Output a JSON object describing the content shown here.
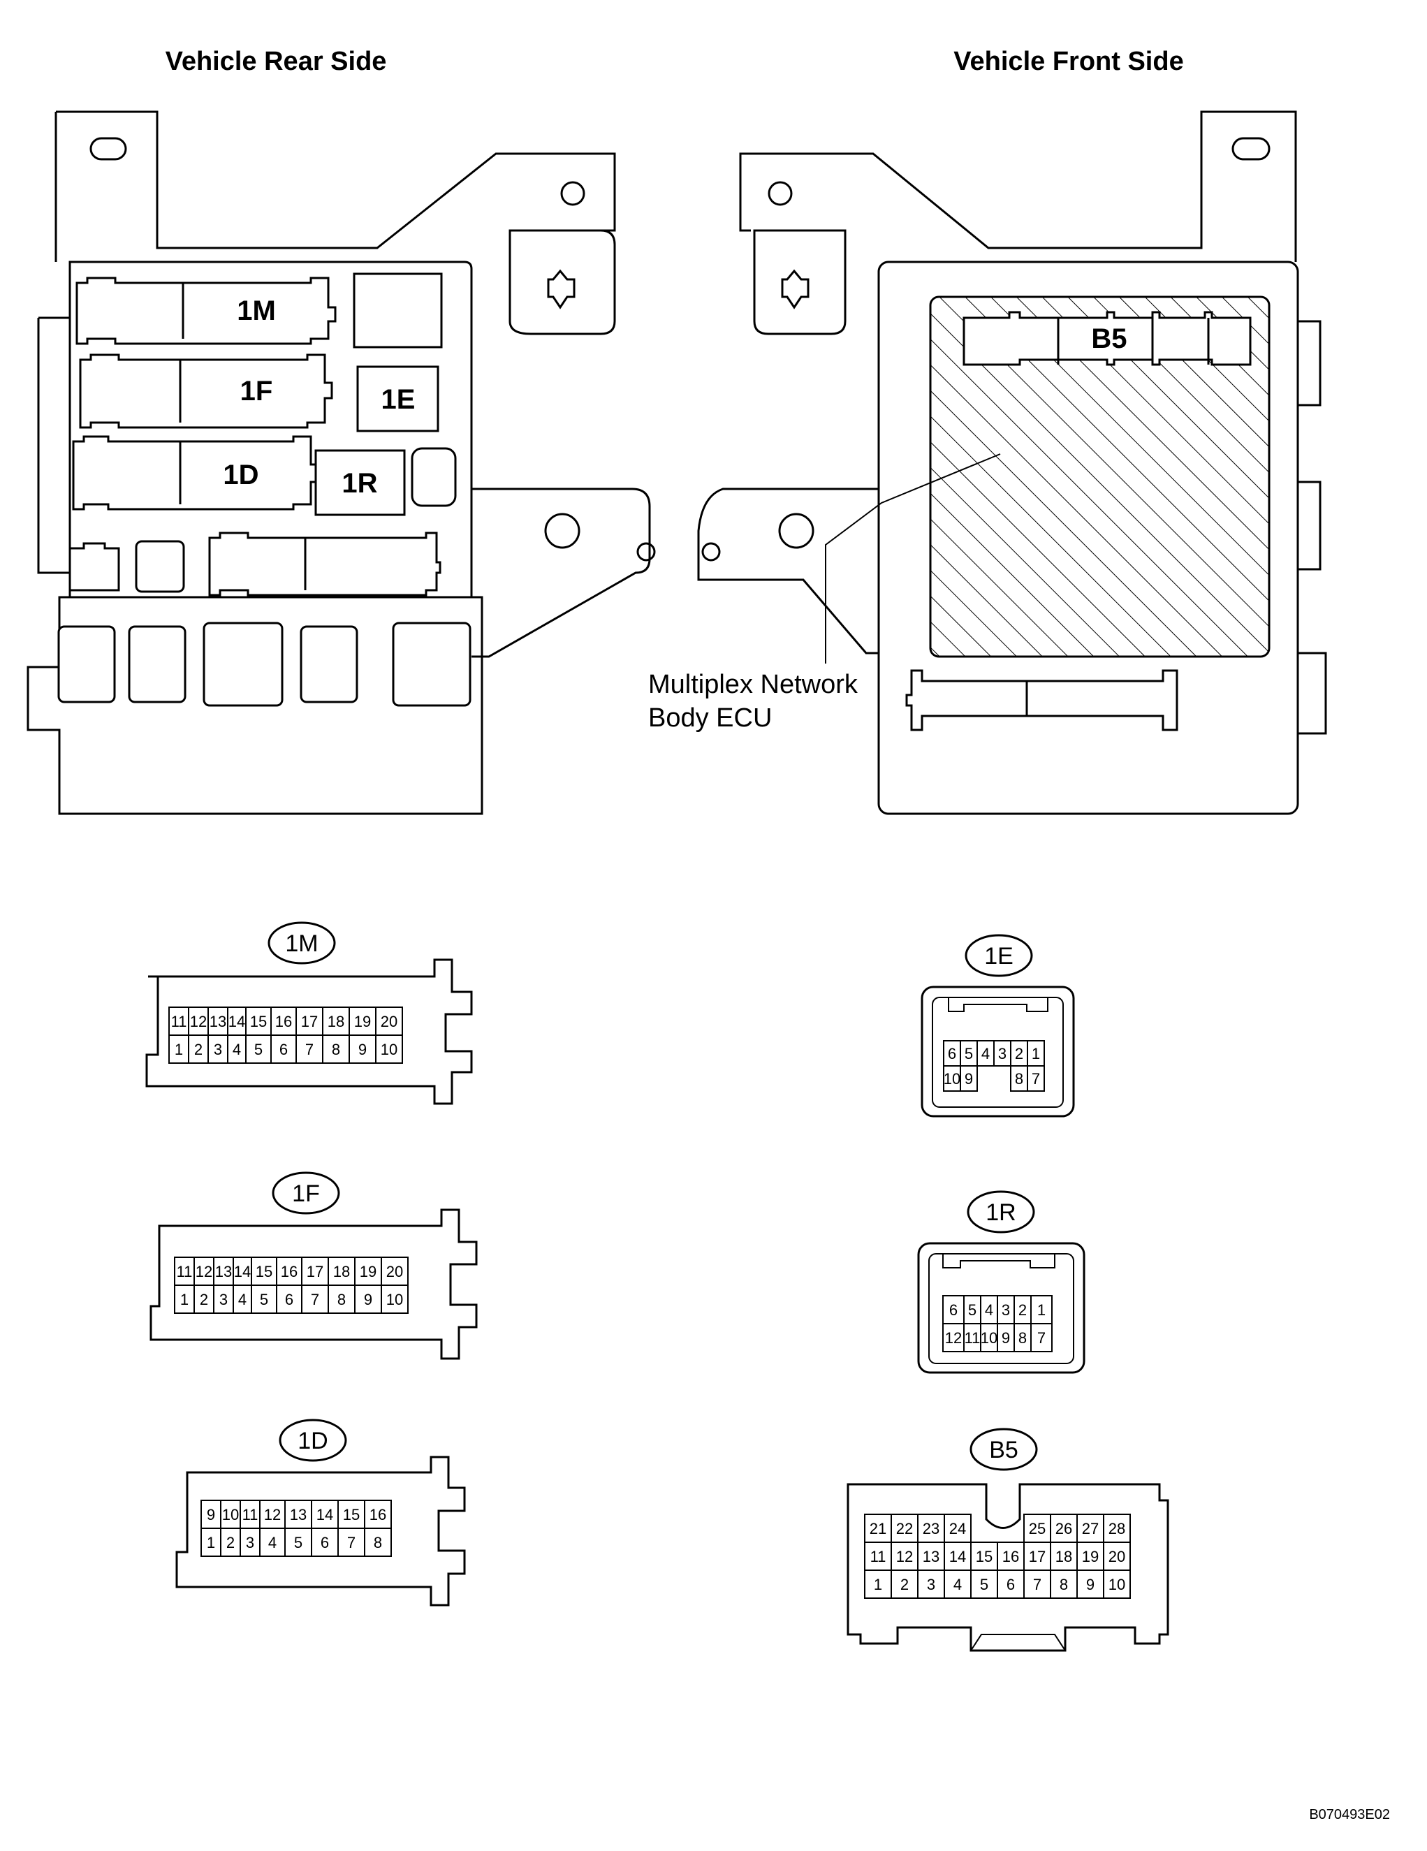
{
  "headers": {
    "rear": "Vehicle Rear Side",
    "front": "Vehicle Front Side"
  },
  "rear_labels": {
    "m1": "1M",
    "f1": "1F",
    "e1": "1E",
    "d1": "1D",
    "r1": "1R"
  },
  "front_labels": {
    "b5": "B5"
  },
  "callout": {
    "line1": "Multiplex Network",
    "line2": "Body ECU"
  },
  "connectors": {
    "c1M": {
      "name": "1M",
      "top": [
        "11",
        "12",
        "13",
        "14",
        "15",
        "16",
        "17",
        "18",
        "19",
        "20"
      ],
      "bottom": [
        "1",
        "2",
        "3",
        "4",
        "5",
        "6",
        "7",
        "8",
        "9",
        "10"
      ]
    },
    "c1F": {
      "name": "1F",
      "top": [
        "11",
        "12",
        "13",
        "14",
        "15",
        "16",
        "17",
        "18",
        "19",
        "20"
      ],
      "bottom": [
        "1",
        "2",
        "3",
        "4",
        "5",
        "6",
        "7",
        "8",
        "9",
        "10"
      ]
    },
    "c1D": {
      "name": "1D",
      "top": [
        "9",
        "10",
        "11",
        "12",
        "13",
        "14",
        "15",
        "16"
      ],
      "bottom": [
        "1",
        "2",
        "3",
        "4",
        "5",
        "6",
        "7",
        "8"
      ]
    },
    "c1E": {
      "name": "1E",
      "top": [
        "6",
        "5",
        "4",
        "3",
        "2",
        "1"
      ],
      "bottom": [
        "10",
        "9",
        "8",
        "7"
      ]
    },
    "c1R": {
      "name": "1R",
      "top": [
        "6",
        "5",
        "4",
        "3",
        "2",
        "1"
      ],
      "bottom": [
        "12",
        "11",
        "10",
        "9",
        "8",
        "7"
      ]
    },
    "cB5": {
      "name": "B5",
      "row1": [
        "21",
        "22",
        "23",
        "24",
        "25",
        "26",
        "27",
        "28"
      ],
      "row2": [
        "11",
        "12",
        "13",
        "14",
        "15",
        "16",
        "17",
        "18",
        "19",
        "20"
      ],
      "row3": [
        "1",
        "2",
        "3",
        "4",
        "5",
        "6",
        "7",
        "8",
        "9",
        "10"
      ]
    }
  },
  "figure_code": "B070493E02"
}
